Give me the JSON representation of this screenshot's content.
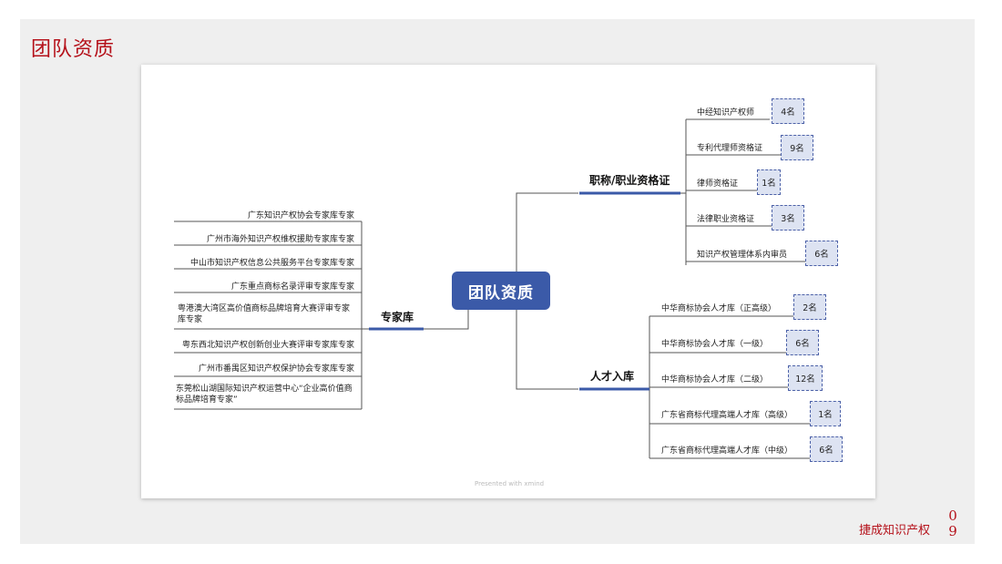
{
  "page": {
    "title": "团队资质",
    "brand": "捷成知识产权",
    "page_number_a": "0",
    "page_number_b": "9"
  },
  "mindmap": {
    "center": "团队资质",
    "watermark": "Presented with xmind",
    "branches": {
      "credentials": {
        "label": "职称/职业资格证",
        "items": [
          {
            "label": "中经知识产权师",
            "count": "4名"
          },
          {
            "label": "专利代理师资格证",
            "count": "9名"
          },
          {
            "label": "律师资格证",
            "count": "1名"
          },
          {
            "label": "法律职业资格证",
            "count": "3名"
          },
          {
            "label": "知识产权管理体系内审员",
            "count": "6名"
          }
        ]
      },
      "talent": {
        "label": "人才入库",
        "items": [
          {
            "label": "中华商标协会人才库（正高级）",
            "count": "2名"
          },
          {
            "label": "中华商标协会人才库（一级）",
            "count": "6名"
          },
          {
            "label": "中华商标协会人才库（二级）",
            "count": "12名"
          },
          {
            "label": "广东省商标代理高端人才库（高级）",
            "count": "1名"
          },
          {
            "label": "广东省商标代理高端人才库（中级）",
            "count": "6名"
          }
        ]
      },
      "experts": {
        "label": "专家库",
        "items": [
          "广东知识产权协会专家库专家",
          "广州市海外知识产权维权援助专家库专家",
          "中山市知识产权信息公共服务平台专家库专家",
          "广东重点商标名录评审专家库专家",
          "粤港澳大湾区高价值商标品牌培育大赛评审专家库专家",
          "粤东西北知识产权创新创业大赛评审专家库专家",
          "广州市番禺区知识产权保护协会专家库专家",
          "东莞松山湖国际知识产权运营中心“企业高价值商标品牌培育专家”"
        ]
      }
    }
  }
}
